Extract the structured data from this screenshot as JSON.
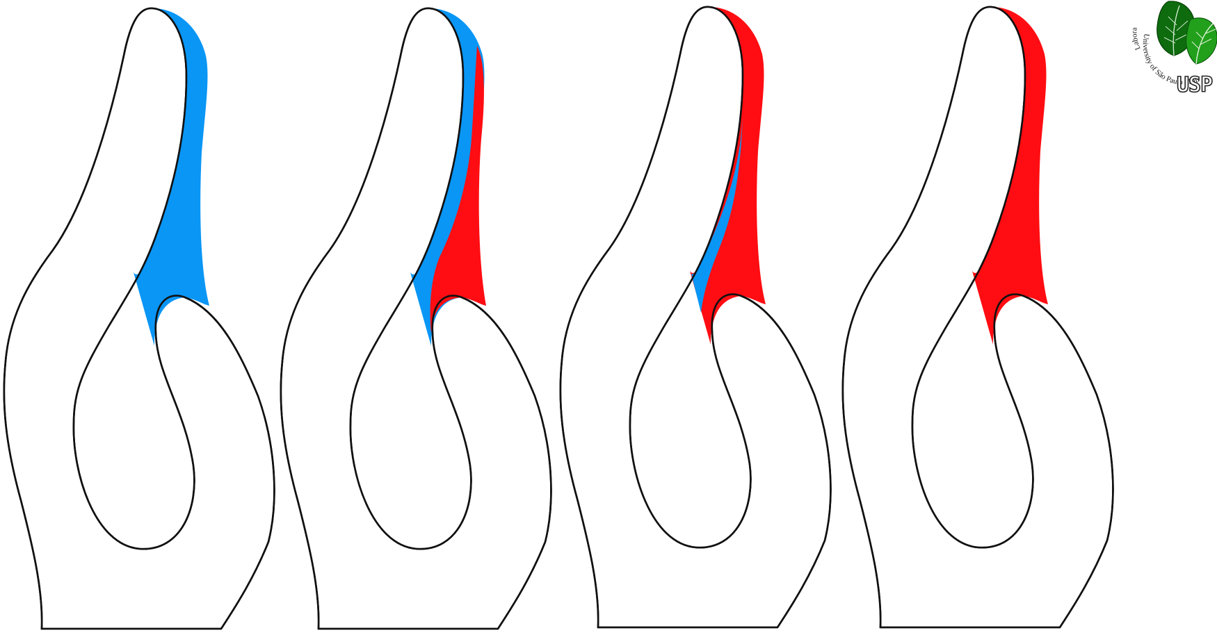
{
  "colors": {
    "outline": "#111111",
    "background": "#ffffff",
    "blue_region": "#0a96f5",
    "red_region": "#ff0d12",
    "leaf_dark": "#0e6b0e",
    "leaf_light": "#22a01c"
  },
  "panels": [
    {
      "id": "panel-1",
      "regions": [
        "blue"
      ]
    },
    {
      "id": "panel-2",
      "regions": [
        "blue",
        "red"
      ]
    },
    {
      "id": "panel-3",
      "regions": [
        "red",
        "blue"
      ]
    },
    {
      "id": "panel-4",
      "regions": [
        "red"
      ]
    }
  ],
  "logo": {
    "arc_text_top": "Labora",
    "arc_text_bottom": "University of São Paulo · Rib",
    "acronym": "USP",
    "icon": "leaf-icon"
  }
}
